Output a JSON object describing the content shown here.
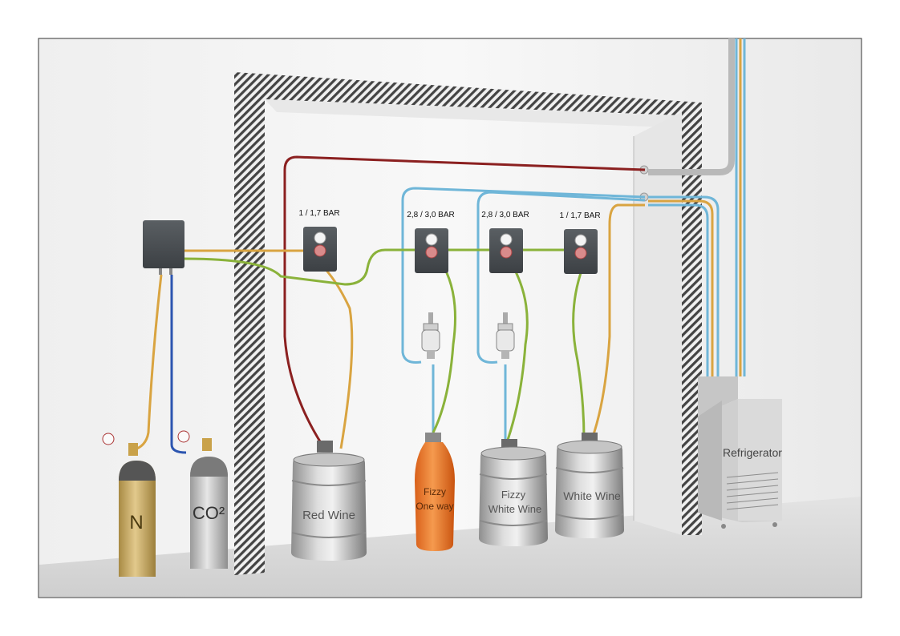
{
  "gas_cylinders": [
    {
      "label": "N",
      "color": "#c9a95a"
    },
    {
      "label": "CO²",
      "color": "#bdbdbd"
    }
  ],
  "regulators": [
    {
      "pressure_label": "1 / 1,7 BAR"
    },
    {
      "pressure_label": "2,8 / 3,0 BAR"
    },
    {
      "pressure_label": "2,8 / 3,0 BAR"
    },
    {
      "pressure_label": "1 / 1,7 BAR"
    }
  ],
  "kegs": [
    {
      "label_line1": "Red Wine",
      "label_line2": ""
    },
    {
      "label_line1": "Fizzy",
      "label_line2": "One way"
    },
    {
      "label_line1": "Fizzy",
      "label_line2": "White Wine"
    },
    {
      "label_line1": "White Wine",
      "label_line2": ""
    }
  ],
  "refrigerator": {
    "label": "Refrigerator"
  },
  "line_colors": {
    "red_wine": "#8b2020",
    "fizzy": "#6fb6d8",
    "gas_n": "#d9a441",
    "gas_co2": "#8ab23a",
    "co2_bottle_hose": "#2c55b0"
  }
}
